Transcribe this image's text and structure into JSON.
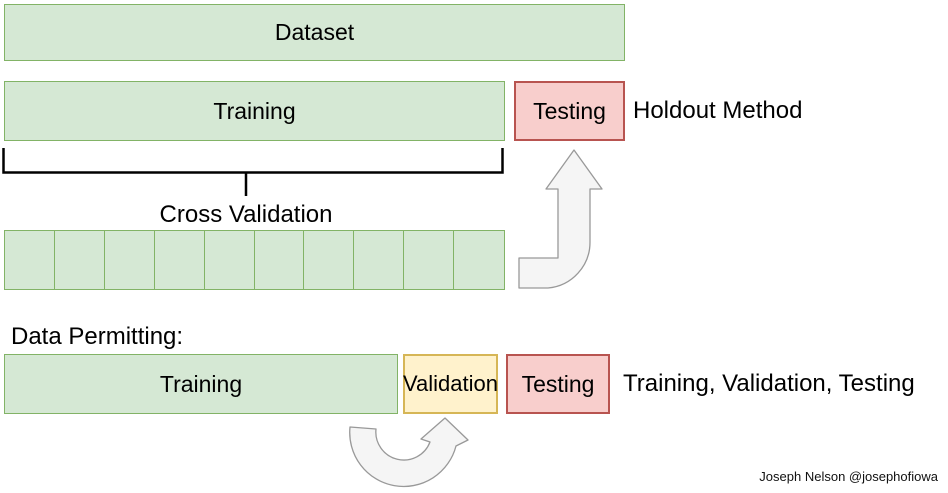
{
  "colors": {
    "green_fill": "#d5e8d4",
    "green_stroke": "#82b366",
    "red_fill": "#f8cecc",
    "red_stroke": "#b85450",
    "yellow_fill": "#fff2cc",
    "yellow_stroke": "#d6b656",
    "arrow_fill": "#f5f5f5",
    "arrow_stroke": "#999999",
    "bracket_color": "#000000",
    "text_color": "#000000"
  },
  "diagram": {
    "dataset_box": {
      "label": "Dataset"
    },
    "holdout": {
      "training_label": "Training",
      "testing_label": "Testing",
      "caption": "Holdout Method"
    },
    "cross_validation": {
      "label": "Cross Validation",
      "folds": 10
    },
    "data_permitting": {
      "heading": "Data Permitting:",
      "training_label": "Training",
      "validation_label": "Validation",
      "testing_label": "Testing",
      "caption": "Training, Validation, Testing"
    },
    "attribution": "Joseph Nelson @josephofiowa"
  }
}
